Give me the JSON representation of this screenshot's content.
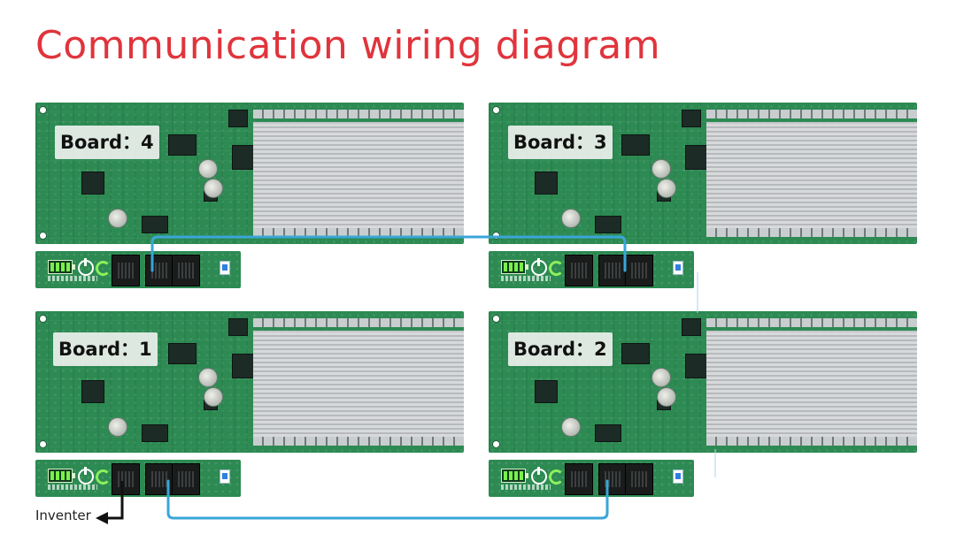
{
  "title": "Communication wiring diagram",
  "boards": [
    {
      "id": "board-4",
      "label": "Board：4"
    },
    {
      "id": "board-3",
      "label": "Board：3"
    },
    {
      "id": "board-1",
      "label": "Board：1"
    },
    {
      "id": "board-2",
      "label": "Board：2"
    }
  ],
  "inverter_label": "Inventer",
  "colors": {
    "title": "#e0343c",
    "pcb_green": "#2c8a52",
    "comm_cable": "#3aa6d8",
    "inverter_cable": "#111111"
  },
  "icons": [
    "battery-icon",
    "power-icon",
    "reset-icon",
    "rj45-port-icon",
    "dip-switch-icon",
    "arrow-left-icon"
  ]
}
